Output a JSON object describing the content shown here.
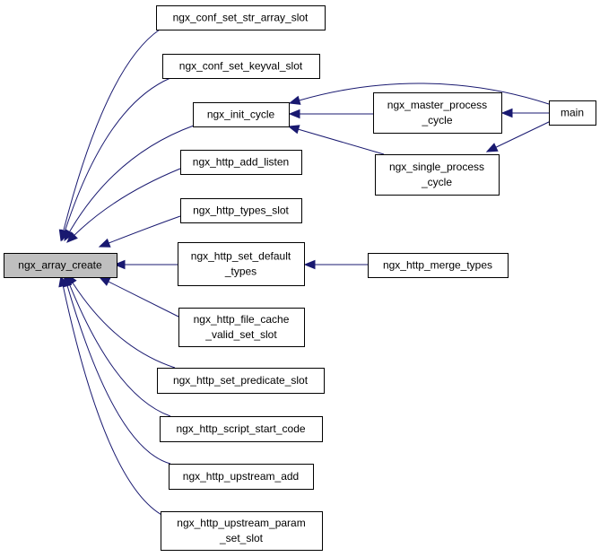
{
  "nodes": {
    "root": {
      "lines": [
        "ngx_array_create"
      ]
    },
    "conf_set_str_array_slot": {
      "lines": [
        "ngx_conf_set_str_array_slot"
      ]
    },
    "conf_set_keyval_slot": {
      "lines": [
        "ngx_conf_set_keyval_slot"
      ]
    },
    "init_cycle": {
      "lines": [
        "ngx_init_cycle"
      ]
    },
    "http_add_listen": {
      "lines": [
        "ngx_http_add_listen"
      ]
    },
    "http_types_slot": {
      "lines": [
        "ngx_http_types_slot"
      ]
    },
    "http_set_default_types": {
      "lines": [
        "ngx_http_set_default",
        "_types"
      ]
    },
    "http_file_cache_valid_set_slot": {
      "lines": [
        "ngx_http_file_cache",
        "_valid_set_slot"
      ]
    },
    "http_set_predicate_slot": {
      "lines": [
        "ngx_http_set_predicate_slot"
      ]
    },
    "http_script_start_code": {
      "lines": [
        "ngx_http_script_start_code"
      ]
    },
    "http_upstream_add": {
      "lines": [
        "ngx_http_upstream_add"
      ]
    },
    "http_upstream_param_set_slot": {
      "lines": [
        "ngx_http_upstream_param",
        "_set_slot"
      ]
    },
    "master_process_cycle": {
      "lines": [
        "ngx_master_process",
        "_cycle"
      ]
    },
    "single_process_cycle": {
      "lines": [
        "ngx_single_process",
        "_cycle"
      ]
    },
    "main": {
      "lines": [
        "main"
      ]
    },
    "http_merge_types": {
      "lines": [
        "ngx_http_merge_types"
      ]
    }
  },
  "edges": [
    {
      "from": "conf_set_str_array_slot",
      "to": "root"
    },
    {
      "from": "conf_set_keyval_slot",
      "to": "root"
    },
    {
      "from": "init_cycle",
      "to": "root"
    },
    {
      "from": "http_add_listen",
      "to": "root"
    },
    {
      "from": "http_types_slot",
      "to": "root"
    },
    {
      "from": "http_set_default_types",
      "to": "root"
    },
    {
      "from": "http_file_cache_valid_set_slot",
      "to": "root"
    },
    {
      "from": "http_set_predicate_slot",
      "to": "root"
    },
    {
      "from": "http_script_start_code",
      "to": "root"
    },
    {
      "from": "http_upstream_add",
      "to": "root"
    },
    {
      "from": "http_upstream_param_set_slot",
      "to": "root"
    },
    {
      "from": "master_process_cycle",
      "to": "init_cycle"
    },
    {
      "from": "single_process_cycle",
      "to": "init_cycle"
    },
    {
      "from": "main",
      "to": "init_cycle"
    },
    {
      "from": "main",
      "to": "master_process_cycle"
    },
    {
      "from": "main",
      "to": "single_process_cycle"
    },
    {
      "from": "http_merge_types",
      "to": "http_set_default_types"
    }
  ],
  "colors": {
    "edge": "#191970",
    "root_fill": "#bfbfbf",
    "node_fill": "#ffffff",
    "node_stroke": "#000000"
  }
}
